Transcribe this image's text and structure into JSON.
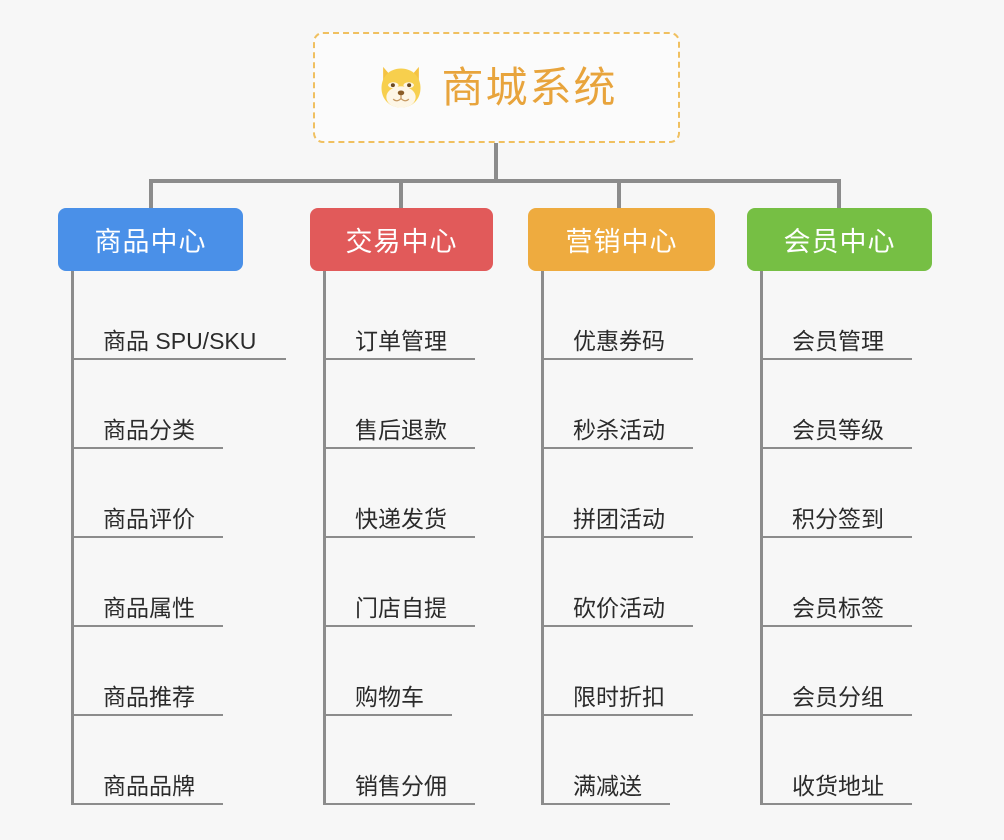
{
  "background_color": "#f7f7f7",
  "root": {
    "icon": "shiba-dog-face-icon",
    "title": "商城系统",
    "title_color": "#e8a43c",
    "border_color": "#f0c060",
    "border_style": "dashed"
  },
  "connector_color": "#8c8c8c",
  "columns": [
    {
      "header": "商品中心",
      "color": "#4a90e8",
      "items": [
        "商品 SPU/SKU",
        "商品分类",
        "商品评价",
        "商品属性",
        "商品推荐",
        "商品品牌"
      ]
    },
    {
      "header": "交易中心",
      "color": "#e15a5a",
      "items": [
        "订单管理",
        "售后退款",
        "快递发货",
        "门店自提",
        "购物车",
        "销售分佣"
      ]
    },
    {
      "header": "营销中心",
      "color": "#eeab3f",
      "items": [
        "优惠券码",
        "秒杀活动",
        "拼团活动",
        "砍价活动",
        "限时折扣",
        "满减送"
      ]
    },
    {
      "header": "会员中心",
      "color": "#76bf44",
      "items": [
        "会员管理",
        "会员等级",
        "积分签到",
        "会员标签",
        "会员分组",
        "收货地址"
      ]
    }
  ]
}
